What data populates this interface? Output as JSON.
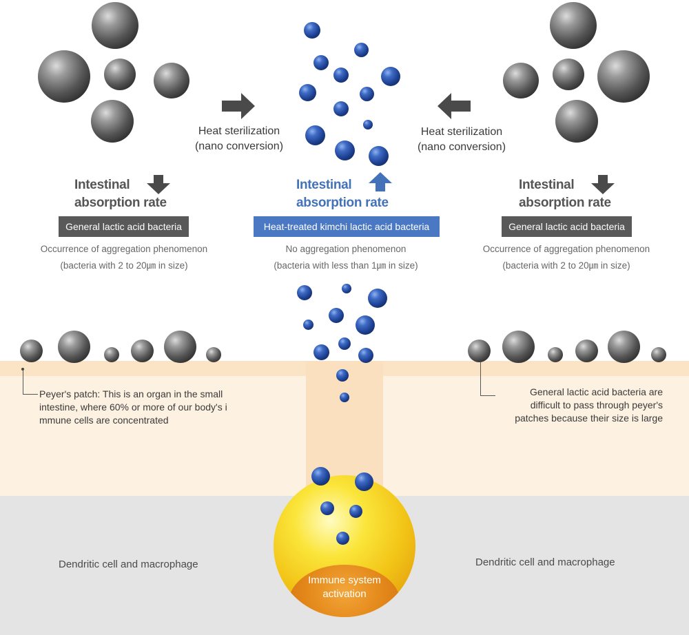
{
  "labels": {
    "heat_sterilization_left": "Heat sterilization\n(nano conversion)",
    "heat_sterilization_right": "Heat sterilization\n(nano conversion)",
    "absorption_left": "Intestinal\nabsorption rate",
    "absorption_center": "Intestinal\nabsorption rate",
    "absorption_right": "Intestinal\nabsorption rate",
    "badge_left": "General lactic acid bacteria",
    "badge_center": "Heat-treated kimchi lactic acid bacteria",
    "badge_right": "General lactic acid bacteria",
    "desc_left": "Occurrence of aggregation phenomenon\n(bacteria with 2 to 20㎛ in size)",
    "desc_center": "No aggregation phenomenon\n(bacteria with less than 1㎛ in size)",
    "desc_right": "Occurrence of aggregation phenomenon\n(bacteria with 2 to 20㎛ in size)",
    "peyers_patch_note": "Peyer's patch: This is an organ in the small\nintestine, where 60% or more of our body's i\nmmune cells are concentrated",
    "large_bacteria_note": "General lactic acid bacteria are\ndifficult to pass through peyer's\npatches because their size is large",
    "dendritic_left": "Dendritic cell and macrophage",
    "dendritic_right": "Dendritic cell and macrophage",
    "immune_activation": "Immune system\nactivation"
  },
  "colors": {
    "accent_blue": "#4472b9",
    "badge_dark": "#595959",
    "badge_blue": "#4a78c2",
    "intestine_band": "#fbe3c6",
    "intestine_fill": "#fdf1e1",
    "tissue_gray": "#e4e4e4",
    "immune_yellow": "#f2c417"
  },
  "icons": {
    "arrow_right": "arrow-right-icon",
    "arrow_left": "arrow-left-icon",
    "arrow_down": "arrow-down-icon",
    "arrow_up": "arrow-up-icon"
  }
}
